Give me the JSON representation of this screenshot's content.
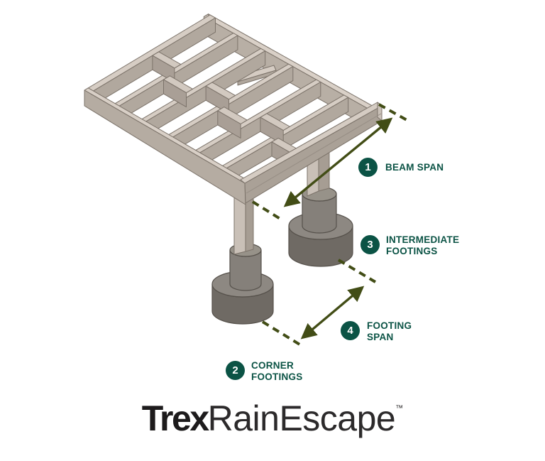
{
  "diagram": {
    "title_hint": "deck framing with posts and footings",
    "callouts": [
      {
        "number": "1",
        "line1": "BEAM SPAN",
        "line2": ""
      },
      {
        "number": "2",
        "line1": "CORNER",
        "line2": "FOOTINGS"
      },
      {
        "number": "3",
        "line1": "INTERMEDIATE",
        "line2": "FOOTINGS"
      },
      {
        "number": "4",
        "line1": "FOOTING",
        "line2": "SPAN"
      }
    ],
    "colors": {
      "accent_green": "#0B5345",
      "arrow_olive": "#424D16",
      "wood_top": "#D6CDC4",
      "wood_shade": "#B1A89E",
      "concrete": "#84807A",
      "concrete_dark": "#6F6A64"
    }
  },
  "brand": {
    "name_bold": "Trex",
    "name_light": "RainEscape",
    "trademark": "™"
  }
}
